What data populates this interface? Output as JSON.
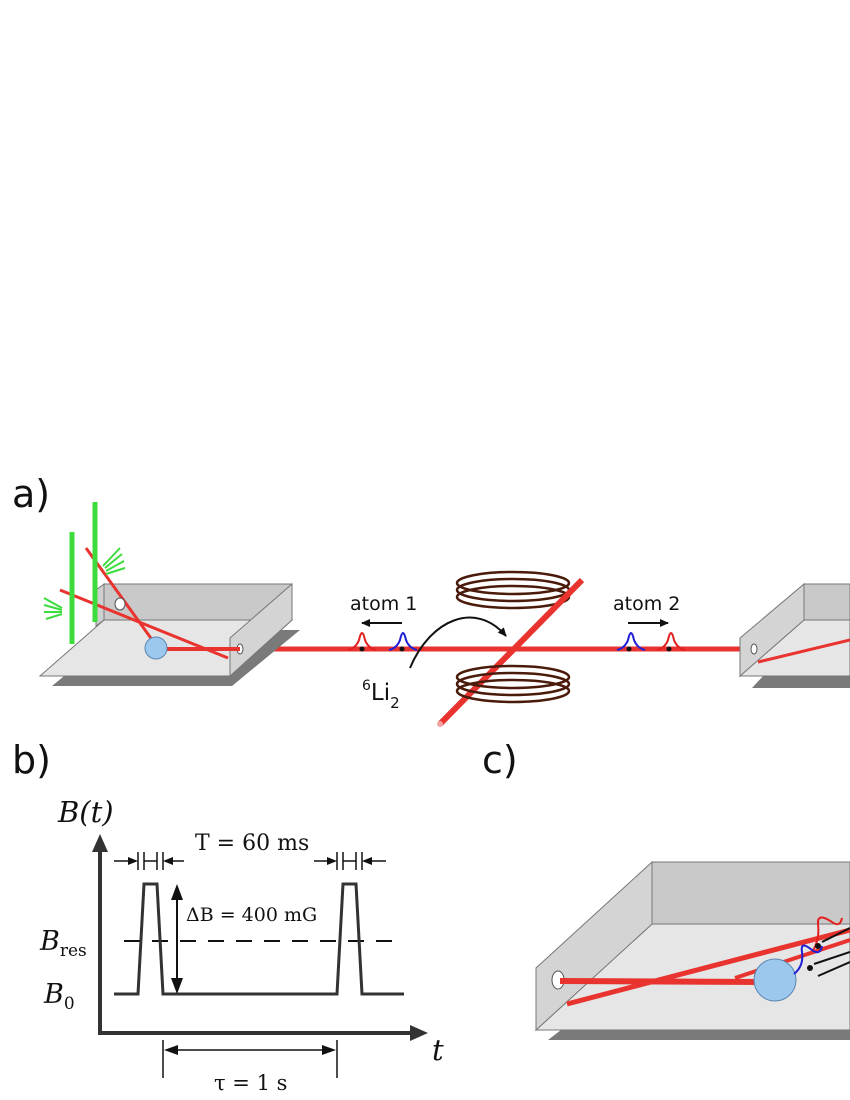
{
  "panels": {
    "a": "a)",
    "b": "b)",
    "c": "c)"
  },
  "labels": {
    "atom1": "atom 1",
    "atom2": "atom 2",
    "molecule_sup": "6",
    "molecule_main": "Li",
    "molecule_sub": "2"
  },
  "plot": {
    "y_axis": "B(t)",
    "x_axis": "t",
    "period_label": "T = 60 ms",
    "delta_label": "ΔB = 400 mG",
    "tau_label": "τ = 1 s",
    "b_res_main": "B",
    "b_res_sub": "res",
    "b0_main": "B",
    "b0_sub": "0"
  },
  "colors": {
    "laser": "#e8332f",
    "coil": "#4a1a0a",
    "green": "#3ddc3d",
    "atom_blue": "#9cc8ee",
    "red_pulse": "#e32020",
    "blue_pulse": "#1f1fd6",
    "box_light": "#e3e3e3",
    "box_shadow": "#7a7a7a"
  }
}
